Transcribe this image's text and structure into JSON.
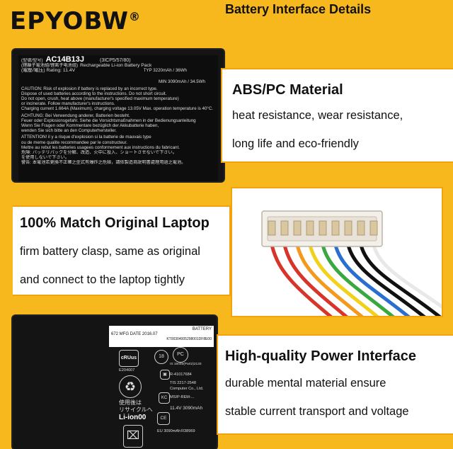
{
  "brand": {
    "name": "EPYOBW",
    "mark": "®"
  },
  "header": {
    "title": "Battery Interface Details"
  },
  "features": [
    {
      "title": "ABS/PC Material",
      "lines": [
        "heat resistance, wear resistance,",
        "long life and eco-friendly"
      ]
    },
    {
      "title": "100% Match Original Laptop",
      "lines": [
        "firm battery clasp, same as original",
        "and connect to the laptop tightly"
      ]
    },
    {
      "title": "High-quality Power Interface",
      "lines": [
        "durable mental material ensure",
        "stable current transport and voltage"
      ]
    }
  ],
  "battery_label_top": {
    "model_prefix": "(型號/型号)",
    "model": "AC14B13J",
    "cells": "(3ICP5/57/80)",
    "type_prefix": "(鋰離子電池組/锂离子电池组)",
    "type": "Rechargeable Li-ion Battery Pack",
    "rating_prefix": "(電壓/電压) Rating: 11.4V",
    "typ": "TYP 3220mAh / 36Wh",
    "min": "MIN 3090mAh / 34.5Wh",
    "lines": [
      "CAUTION: Risk of explosion if battery is replaced by an incorrect type.",
      "Dispose of used batteries according to the instructions. Do not short circuit.",
      "Do not open, crush, heat above (manufacturer's specified maximum temperature)",
      "or incinerate. Follow manufacturer's instructions.",
      "Charging current 1.664A (Maximum), charging voltage 13.05V Max. operation temperature is 40°C.",
      "ACHTUNG: Bei Verwendung anderer, Batterien besteht.",
      "Feuer oder Explosionsgefahr. Siehe die Vorsichtsmaßnahmen in der Bedienungsanleitung",
      "Wenn Sie Fragen oder Kommentare bezüglich der Akkubatterie haben,",
      "wenden Sie sich bitte an den Computerhersteller.",
      "ATTENTION! il y a risque d'explosion si la batterie de mauvais type",
      "ou de meme qualite recommandee par le constructeur.",
      "Mettre au rebut les batteries usagees conformement aux instructions du fabricant.",
      "危険: バッテリパックを分解、改造、火中に投入、ショートさせないで下さい。",
      "を使用しないで下さい。",
      "警告: 本電池若更換不正確之型式有爆炸之危險，請依製造商說明書處理用過之電池。"
    ]
  },
  "battery_label_bottom": {
    "sticker_line1": "BATTERY",
    "sticker_line2": "KT00304005298001DF8E00",
    "date_line": "672 MFG DATE 2016.07",
    "ul_code": "E204007",
    "recycle_jp": "使用後は",
    "recycle_jp2": "リサイクルへ",
    "recycle_chem": "Li-ion00",
    "cert1": "IS 16046(Part2)2133",
    "cert2": "R-41017684",
    "cert3": "TIS 2217-2548",
    "cert4": "Computer Co., Ltd.",
    "cert5": "MSIP-REM-...",
    "cert6": "11.4V 3090mAh",
    "cert7": "R38969",
    "eu": "EU 3090mAh"
  },
  "colors": {
    "background": "#f7b81e",
    "box_border": "#f2a20c",
    "text": "#111111",
    "battery": "#141414"
  },
  "wire_colors": [
    "#d8352a",
    "#d8352a",
    "#f39a1e",
    "#f2d11a",
    "#3aa840",
    "#2a6fd0",
    "#111111",
    "#111111",
    "#ffffff"
  ]
}
